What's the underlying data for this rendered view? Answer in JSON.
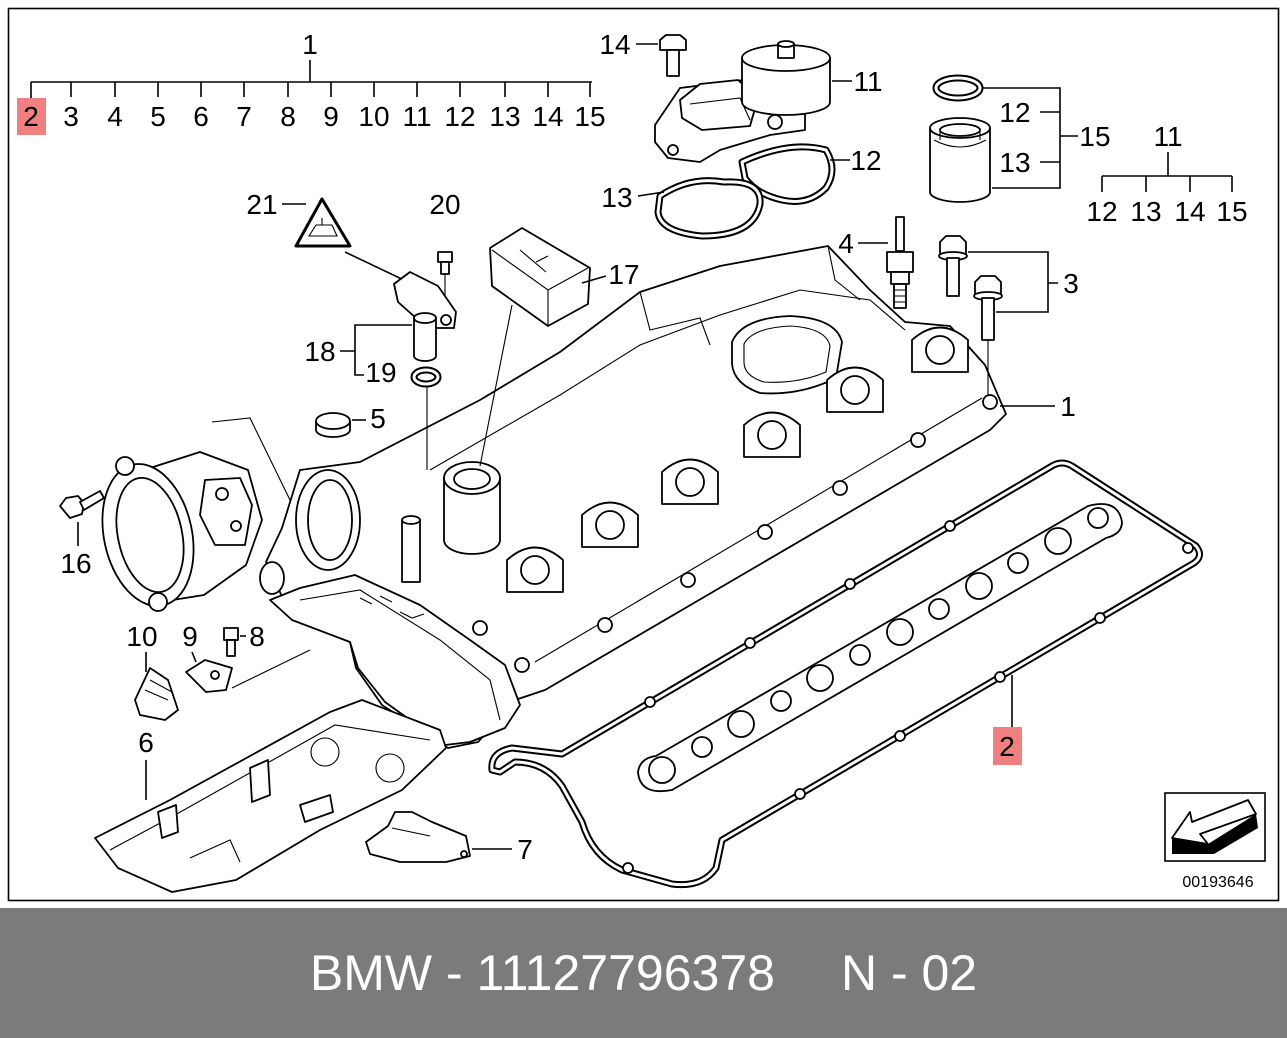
{
  "callouts": {
    "assembly_1": "1",
    "group_1_items": [
      "2",
      "3",
      "4",
      "5",
      "6",
      "7",
      "8",
      "9",
      "10",
      "11",
      "12",
      "13",
      "14",
      "15"
    ],
    "bolt_14": "14",
    "module_11": "11",
    "gasket_12": "12",
    "gasket_13": "13",
    "ring_12": "12",
    "group_15": "15",
    "sleeve_13": "13",
    "group_11": "11",
    "group_11_items": [
      "12",
      "13",
      "14",
      "15"
    ],
    "warning_21": "21",
    "screw_20": "20",
    "cap_17": "17",
    "sensor_4": "4",
    "bolt_3": "3",
    "sensor_18": "18",
    "ring_19": "19",
    "plug_5": "5",
    "cover_1": "1",
    "bolt_16": "16",
    "clip_10": "10",
    "bracket_9": "9",
    "screw_8": "8",
    "shield_6": "6",
    "gasket_2": "2",
    "bracket_7": "7"
  },
  "diagram_id": "00193646",
  "footer": {
    "part": "BMW - 11127796378",
    "variant": "N - 02"
  },
  "colors": {
    "highlight": "#f08080"
  }
}
